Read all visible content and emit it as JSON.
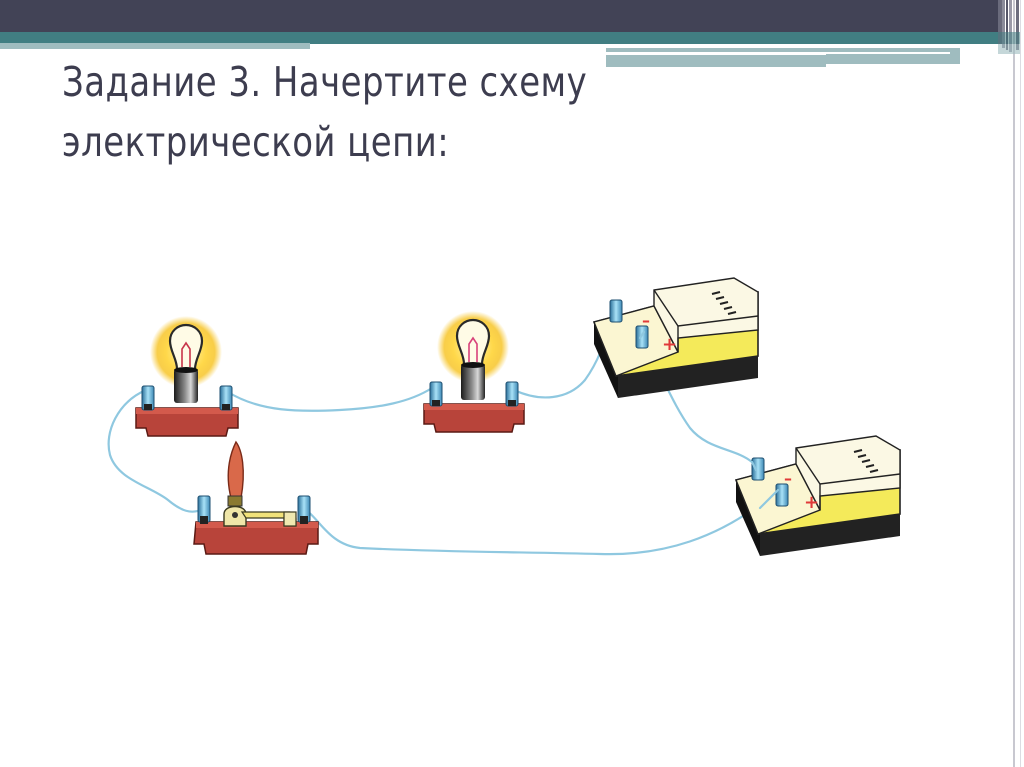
{
  "slide": {
    "title_line1": "Задание 3. Начертите схему",
    "title_line2": "электрической цепи:"
  },
  "theme": {
    "header_dark": "#424356",
    "header_teal": "#417e82",
    "header_light": "#9fbcbf",
    "title_color": "#3d3d4f",
    "wire_color": "#8fc8e0",
    "base_color": "#b8443a",
    "battery_yellow": "#f4ea5a",
    "battery_dark": "#2a2a2a"
  },
  "diagram": {
    "components": [
      {
        "type": "lamp",
        "label": "lamp-1"
      },
      {
        "type": "lamp",
        "label": "lamp-2"
      },
      {
        "type": "switch",
        "label": "switch"
      },
      {
        "type": "battery",
        "label": "battery-1",
        "terminals": [
          "-",
          "+"
        ]
      },
      {
        "type": "battery",
        "label": "battery-2",
        "terminals": [
          "-",
          "+"
        ]
      }
    ],
    "battery_minus": "–",
    "battery_plus": "+"
  }
}
